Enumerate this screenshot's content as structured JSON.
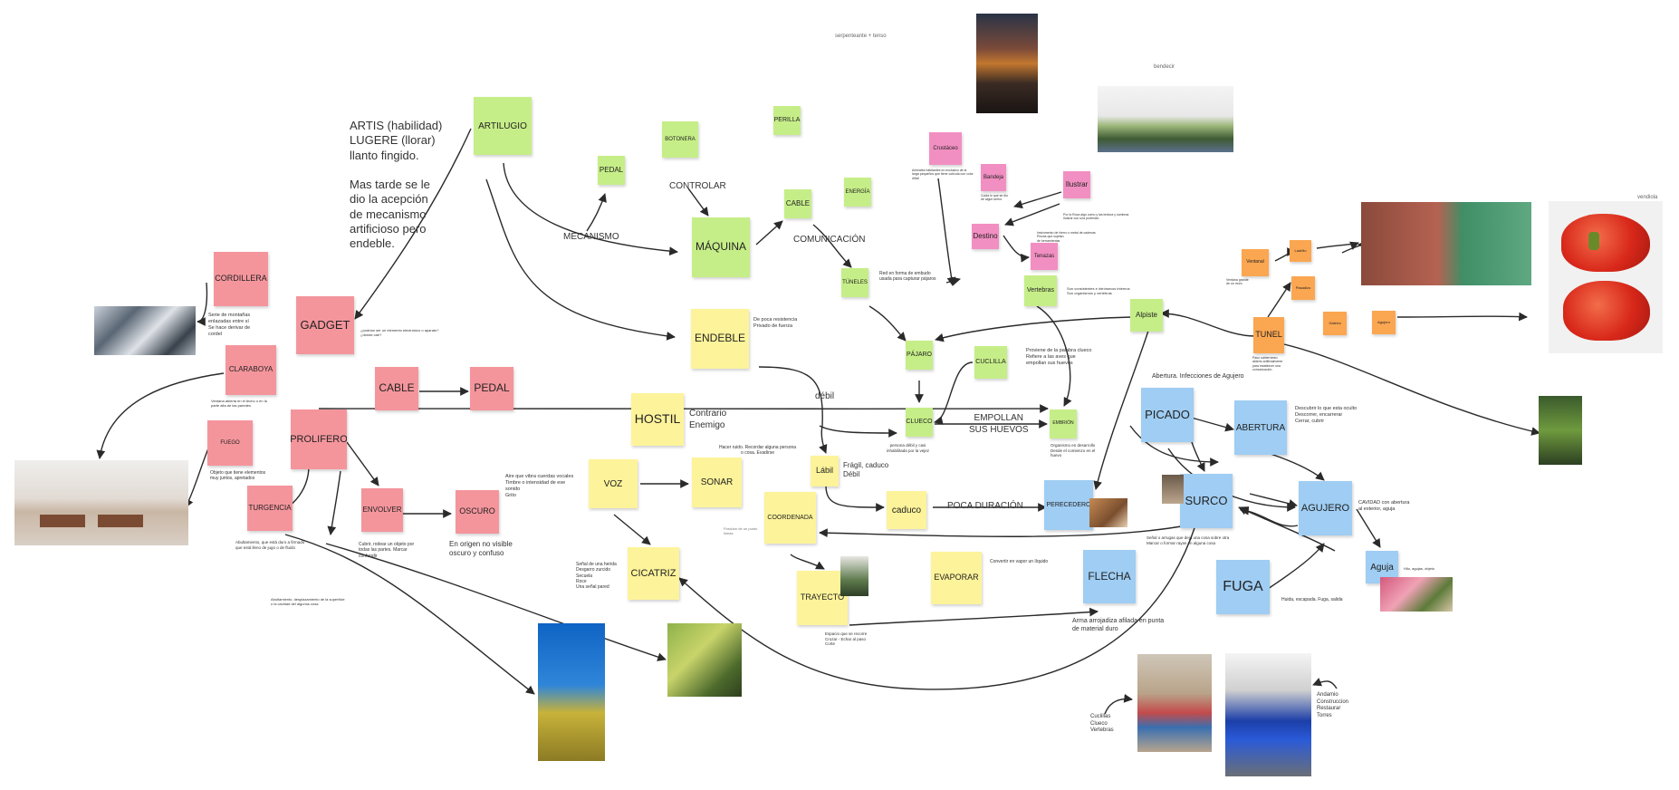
{
  "notes": {
    "artilugio": "ARTILUGIO",
    "pedal_g": "PEDAL",
    "botonera": "BOTONERA",
    "perilla": "PERILLA",
    "maquina": "MÁQUINA",
    "cable_g": "CABLE",
    "energia": "ENERGÍA",
    "tuneles": "TÚNELES",
    "pajaro": "PÁJARO",
    "clueco": "CLUECO",
    "cuclilla": "CUCLILLA",
    "embrion": "EMBRIÓN",
    "vertebras": "Vertebras",
    "alpiste": "Alpiste",
    "crustaceo": "Crustáceo",
    "bandeja": "Bandeja",
    "ilustrar": "Ilustrar",
    "destino": "Destino",
    "tenazas": "Tenazas",
    "cordillera": "CORDILLERA",
    "gadget": "GADGET",
    "claraboya": "CLARABOYA",
    "cable_p": "CABLE",
    "pedal_p": "PEDAL",
    "prolifero": "PROLIFERO",
    "fuego": "FUEGO",
    "turgencia": "TURGENCIA",
    "envolver": "ENVOLVER",
    "oscuro": "OSCURO",
    "endeble": "ENDEBLE",
    "hostil": "HOSTIL",
    "voz": "VOZ",
    "sonar": "SONAR",
    "labil": "Lábil",
    "coordenada": "COORDENADA",
    "caduco": "caduco",
    "cicatriz": "CICATRIZ",
    "trayecto": "TRAYECTO",
    "evaporar": "EVAPORAR",
    "perecedero": "PERECEDERO",
    "flecha": "FLECHA",
    "picado": "PICADO",
    "abertura": "ABERTURA",
    "surco": "SURCO",
    "agujero": "AGUJERO",
    "fuga": "FUGA",
    "aguja": "Aguja",
    "tunel": "TUNEL",
    "ventanal": "Ventanal",
    "orange_a": "Ladrillo",
    "orange_b": "Pasadizo",
    "orange_c": "Galería",
    "orange_d": "Agujero"
  },
  "labels": {
    "etymology": "ARTIS (habilidad)\nLUGERE (llorar)\nllanto fingido.\n\nMas tarde se le\ndio la acepción\nde mecanismo\nartificioso pero\nendeble.",
    "mecanismo": "MECANISMO",
    "controlar": "CONTROLAR",
    "comunicacion": "COMUNICACIÓN",
    "empollan": "EMPOLLAN\nSUS HUEVOS",
    "debil": "débil",
    "contrario": "Contrario\nEnemigo",
    "poca_duracion": "POCA DURACIÓN",
    "labil_desc": "Frágil, caduco\nDébil",
    "oscuro_desc": "En origen no visible\noscuro y confuso",
    "flecha_desc": "Arma arrojadiza afilada en punta\nde material duro",
    "abertura_top": "Abertura. Infecciones de Agujero",
    "serpenteante": "serpenteante + tenso",
    "bendecir": "bendecir",
    "vendes": "vendiola",
    "cuclillas_list": "Cuclillas\nClueco\nVertebras",
    "andamio_list": "Andamio\nConstruccion\nRestaurar\nTorres"
  },
  "smalltext": {
    "cordillera": "Serie de montañas\nenlazadas entre sí\nSe hace derivar de\ncordel",
    "claraboya": "Ventana abierta en el techo o en la\nparte alta de las paredes",
    "fuego": "Objeto que tiene elementos\nmuy juntos, apretados",
    "turgencia": "Abultamiento, que está duro a firmado\nque está lleno de jugo o de fluido",
    "turgencia2": "Abultamiento, desplazamiento de la superficie\no la cavidad del algunos cosa",
    "envolver": "Cubrir, rodear un objeto por\ntodas las partes. Marcar\nconfundir",
    "gadget": "¿podrían ser un elemento electrónico o aparato?\n¿dónde cae?",
    "endeble": "De poca resistencia\nPrivado de fuerza",
    "voz": "Aire que vibra cuerdas vocales\nTimbre o intensidad de ese\nsonido\nGrito",
    "sonar": "Hacer ruido. Recordar alguna persona\no cosa. Evadirse",
    "cicatriz": "Señal de una herida\nDesgarro zurcido\nSecuela\nRoce\nUna señal pared",
    "coordenada": "Posición de un punto\nlineas",
    "trayecto": "Espacio que se recorre\nCruzar - Echar al paso\nCorte",
    "evaporar": "Convertir en vapor un líquido",
    "clueco": "persona débil y casi\ninhabilitada por la vejez",
    "cuclilla": "Proviene de la palabra clueco\nRefiere a las aves que\nempollan sus huevos",
    "embrion": "Organismo en desarrollo\nDesde el comienzo en el\nhuevo",
    "tuneles": "Red en forma de embudo\nusada para capturar pájaros",
    "vertebras": "Son consistentes e intrínsecos internos\nSon organismos y vertebras",
    "surco": "Señal o arrugas que deja una cosa sobre otra\nMarcar o formar rayas en alguna cosa",
    "abertura": "Descubrir lo que esta oculto\nDescorrer, encarrerar\nCerrar, cubrir",
    "agujero": "CAVIDAD con abertura\nal exterior, aguja",
    "fuga": "Huida, escapada. Fuga, salida",
    "aguja": "Hilo, agujas, objeto",
    "crustaceo": "Animales habitantes en exclusivo de la\nlarga pequeños que tiene cutícula con color\ndifícil",
    "ilustrar": "Por la Roca algo como y las textura y sombras\nIlustrar con una profesión",
    "bandeja": "Cuida lo que se dio\nde algún señor.",
    "tenazas": "Instrumento de hierro o metal de cadenas\nPinzas que sujetan\nde herramientas",
    "tunel": "Paso subterráneo\nabierto artificialmente\npara establecer una\ncomunicación",
    "ventanal": "Ventana grande\nde un muro"
  }
}
